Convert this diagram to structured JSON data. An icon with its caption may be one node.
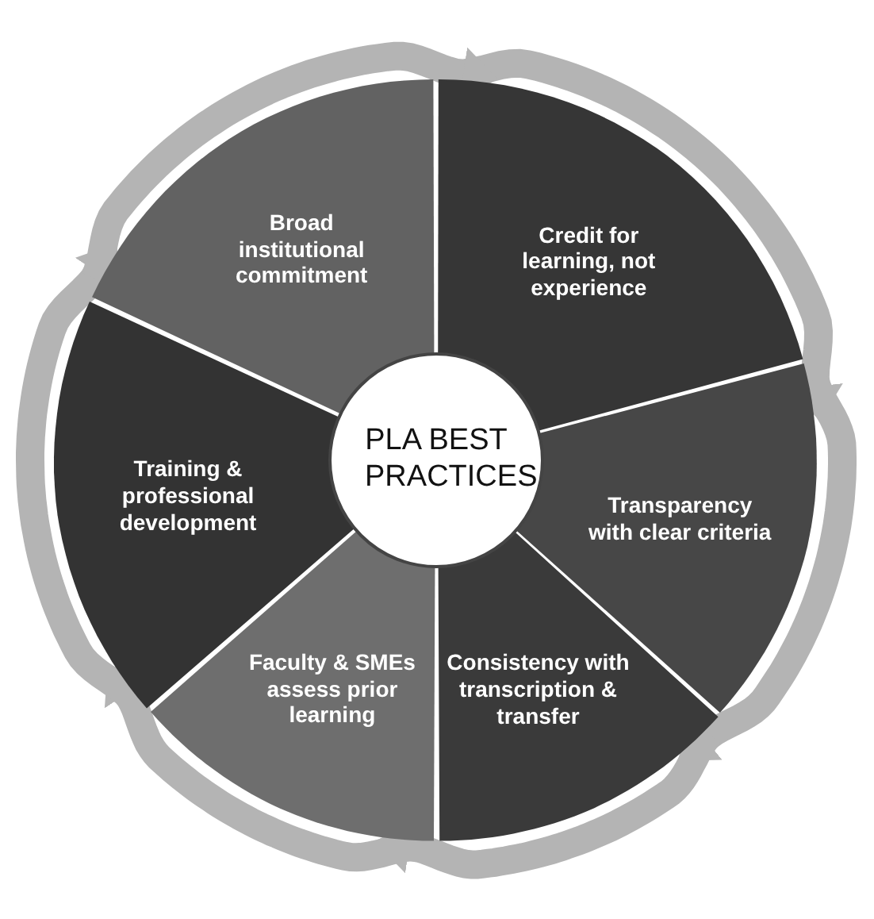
{
  "diagram": {
    "nodes": [
      {
        "text": [
          "PLA BEST PRACTICES"
        ]
      },
      {
        "text": [
          "Credit for learning, not experience"
        ]
      },
      {
        "text": [
          "Transparency with clear criteria"
        ]
      },
      {
        "text": [
          "Consistency with transcription & transfer"
        ]
      },
      {
        "text": [
          "Faculty & SMEs assess prior learning"
        ]
      },
      {
        "text": [
          "Training & professional development"
        ]
      },
      {
        "text": [
          "Broad institutional commitment"
        ]
      }
    ],
    "edges": [
      {
        "from": 1,
        "to": 2,
        "arrow": "to"
      },
      {
        "from": 2,
        "to": 3,
        "arrow": "to"
      },
      {
        "from": 3,
        "to": 4,
        "arrow": "to"
      },
      {
        "from": 4,
        "to": 5,
        "arrow": "to"
      },
      {
        "from": 5,
        "to": 6,
        "arrow": "to"
      },
      {
        "from": 6,
        "to": 1,
        "arrow": "to"
      }
    ]
  }
}
